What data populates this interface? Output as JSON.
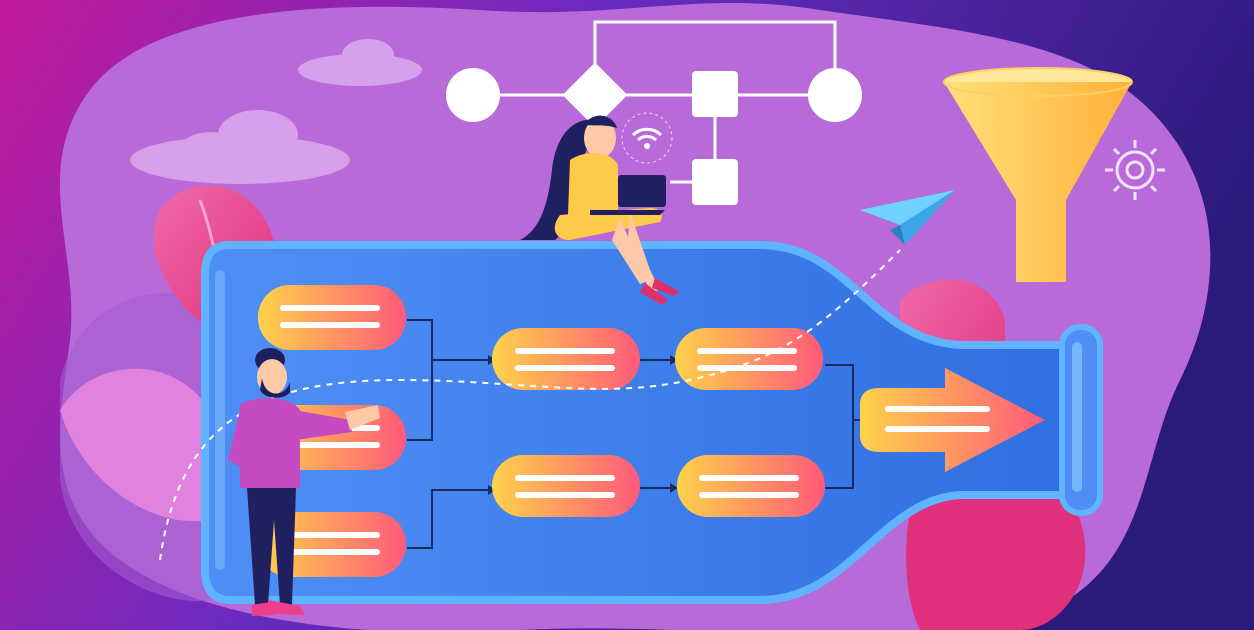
{
  "palette": {
    "background_left": "#c21a9c",
    "background_right": "#2a1a7a",
    "blob": "#b86bd8",
    "blob_dark": "#9a4fd0",
    "bottle_fill": "#3c86f2",
    "bottle_stroke": "#5fb3ff",
    "pill_start": "#ffd24a",
    "pill_end": "#ff5a7a",
    "funnel": "#ffc94a",
    "leaf_pink": "#ee3f8a",
    "white": "#ffffff"
  },
  "icons": {
    "flowchart": "flowchart-icon",
    "funnel": "funnel-icon",
    "gear": "gear-icon",
    "paper_plane": "paper-plane-icon",
    "wifi": "wifi-icon",
    "laptop": "laptop-icon",
    "cloud": "cloud-icon"
  },
  "characters": [
    "woman-with-laptop",
    "bearded-man-presenting"
  ],
  "process": {
    "left_column_steps": 3,
    "middle_top_steps": 2,
    "middle_bottom_steps": 2,
    "output_arrow": 1
  }
}
